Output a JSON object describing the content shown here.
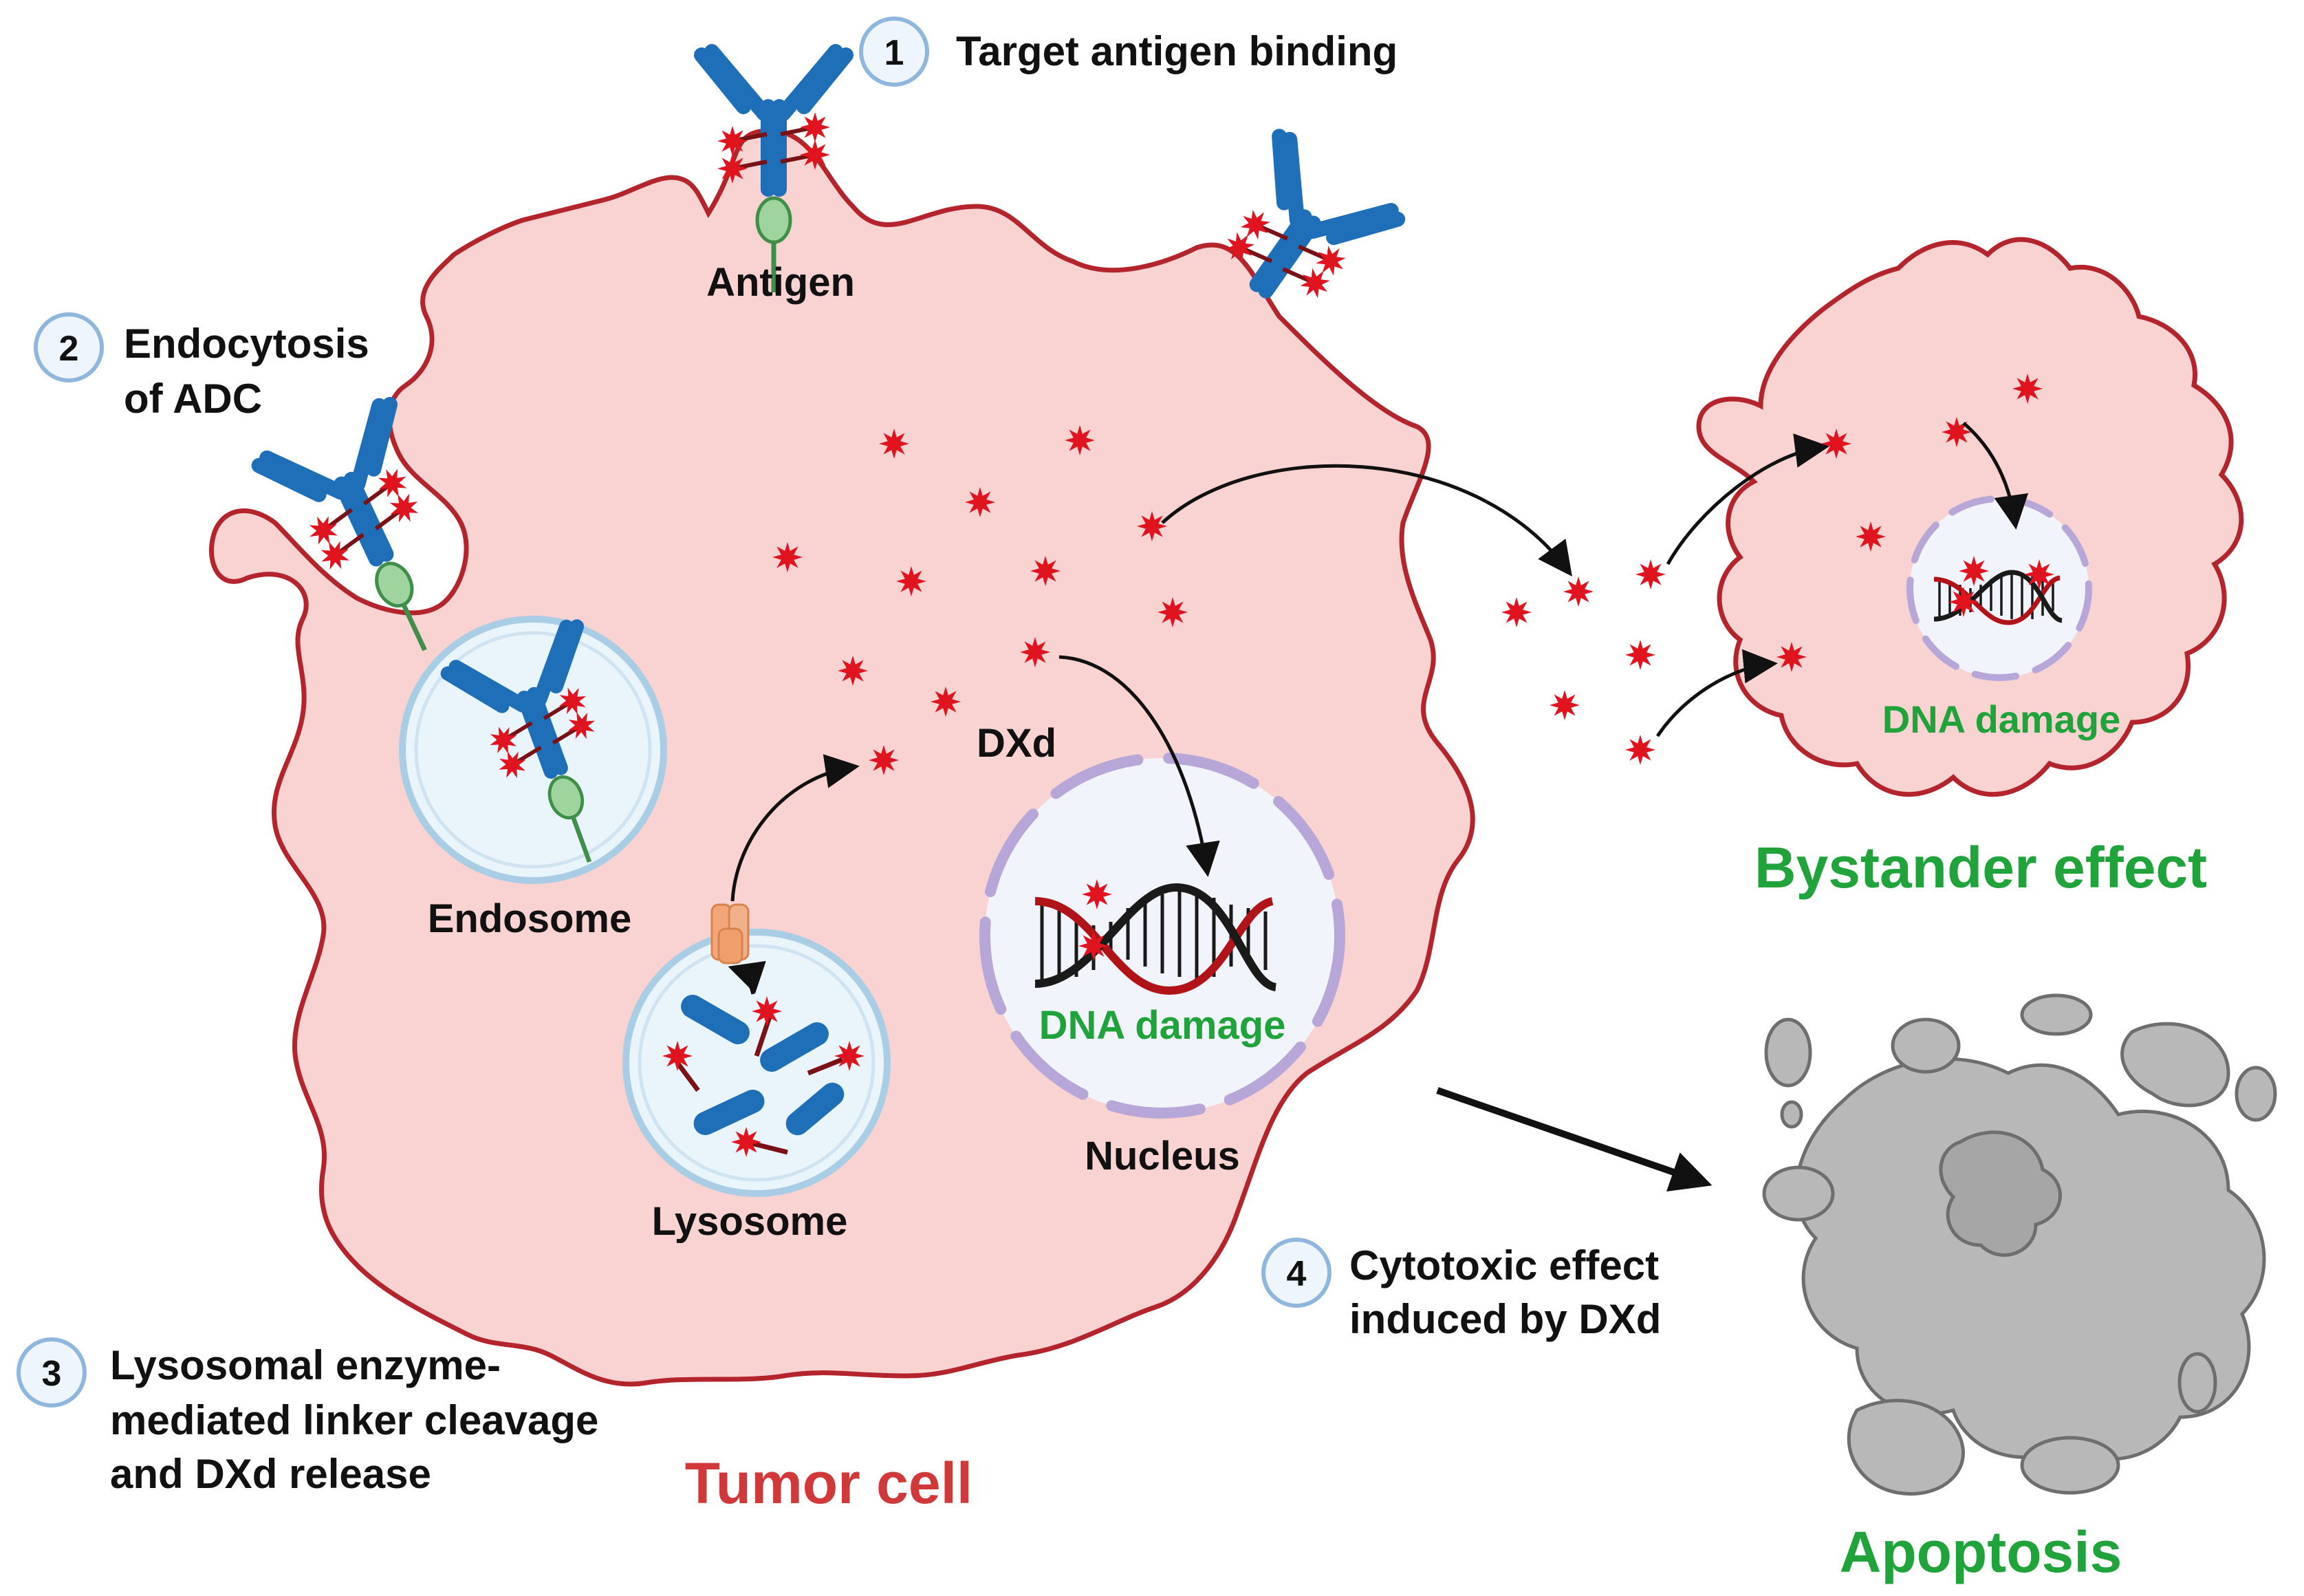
{
  "colors": {
    "cell_fill": "#f9d2d2",
    "cell_stroke": "#b3242d",
    "drug": "#e0141f",
    "antibody": "#1f6fb8",
    "antigen": "#9fd49f",
    "vesicle_fill": "#eaf4fb",
    "vesicle_stroke": "#a9cde4",
    "nucleus_membrane": "#b7a6d8",
    "dna_dark": "#1a1a1a",
    "dna_red": "#b01419",
    "badge_fill": "#eef5fc",
    "badge_stroke": "#8fb6dc",
    "green_label": "#1fa33a",
    "red_label": "#d0383a",
    "apoptosis_gray": "#b8b8b8",
    "apoptosis_stroke": "#6e6e6e",
    "arrow": "#111111"
  },
  "steps": [
    {
      "number": "1",
      "lines": [
        "Target antigen binding"
      ]
    },
    {
      "number": "2",
      "lines": [
        "Endocytosis",
        "of ADC"
      ]
    },
    {
      "number": "3",
      "lines": [
        "Lysosomal enzyme-",
        "mediated linker cleavage",
        "and DXd release"
      ]
    },
    {
      "number": "4",
      "lines": [
        "Cytotoxic effect",
        "induced by DXd"
      ]
    }
  ],
  "labels": {
    "antigen": "Antigen",
    "endosome": "Endosome",
    "lysosome": "Lysosome",
    "dxd": "DXd",
    "nucleus": "Nucleus",
    "dna_damage_main": "DNA damage",
    "dna_damage_bystander": "DNA damage",
    "tumor_cell": "Tumor cell",
    "bystander_effect": "Bystander effect",
    "apoptosis": "Apoptosis"
  },
  "icons": [
    "antibody-drug-conjugate-icon",
    "antigen-icon",
    "drug-star-icon",
    "dna-helix-icon",
    "enzyme-icon",
    "arrow-icon"
  ]
}
